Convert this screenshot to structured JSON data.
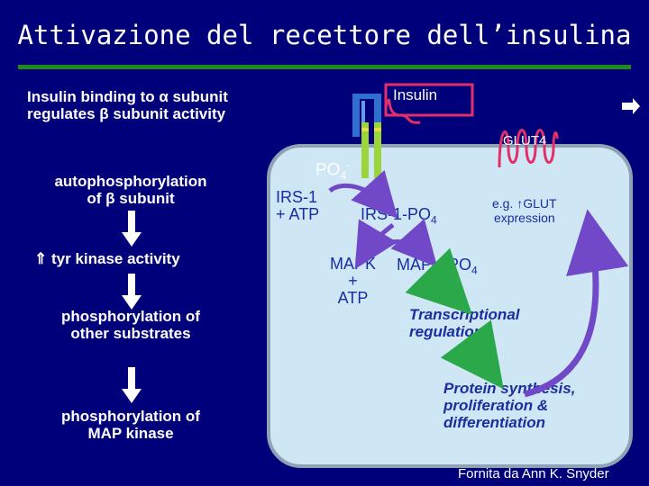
{
  "slide": {
    "title": "Attivazione del recettore dell’insulina",
    "intro_line1": "Insulin binding to α subunit",
    "intro_line2": "regulates β subunit activity",
    "step1_line1": "autophosphorylation",
    "step1_line2": "of β subunit",
    "step2_arrow": "⇑",
    "step2_text": "tyr kinase activity",
    "step3_line1": "phosphorylation of",
    "step3_line2": "other substrates",
    "step4_line1": "phosphorylation of",
    "step4_line2": "MAP kinase",
    "credit": "Fornita da Ann K. Snyder"
  },
  "cell": {
    "insulin_label": "Insulin",
    "glut4_label": "GLUT4",
    "po4_label": "PO",
    "po4_sub": "4",
    "po4_sup": "-",
    "irs1_line1": "IRS-1",
    "irs1_line2": "+ ATP",
    "irs1po4_text": "IRS-1-PO",
    "irs1po4_sub": "4",
    "glut_expr_line1_pre": "e.g.",
    "glut_expr_line1_post": "GLUT",
    "glut_expr_line2": "expression",
    "mapk_line1": "MAPK",
    "mapk_line2": "+",
    "mapk_line3": "ATP",
    "mapkpo4_text": "MAPK-PO",
    "mapkpo4_sub": "4",
    "transcription_line1": "Transcriptional",
    "transcription_line2": "regulation",
    "protein_line1": "Protein synthesis,",
    "protein_line2": "proliferation &",
    "protein_line3": "differentiation"
  },
  "colors": {
    "background": "#00007a",
    "title_rule": "#1e8a1e",
    "cell_fill": "#cfe6f4",
    "receptor_alpha": "#2f6fd0",
    "receptor_beta": "#9ad63a",
    "insulin": "#e0306a",
    "arrow_purple": "#7048c8",
    "arrow_green": "#2aa84a"
  }
}
